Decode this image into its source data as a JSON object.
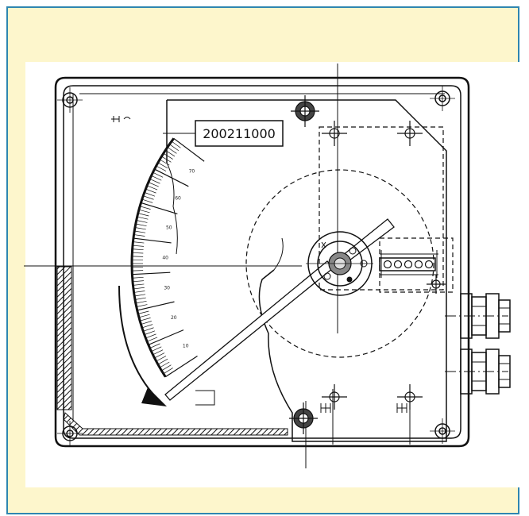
{
  "diagram": {
    "serial_number": "200211000",
    "dial_scale_labels": [
      "70",
      "60",
      "50",
      "40",
      "30",
      "20",
      "10"
    ],
    "palette": {
      "frame_border": "#2f86b0",
      "frame_fill": "#fdf6cc",
      "ink": "#111111"
    }
  }
}
